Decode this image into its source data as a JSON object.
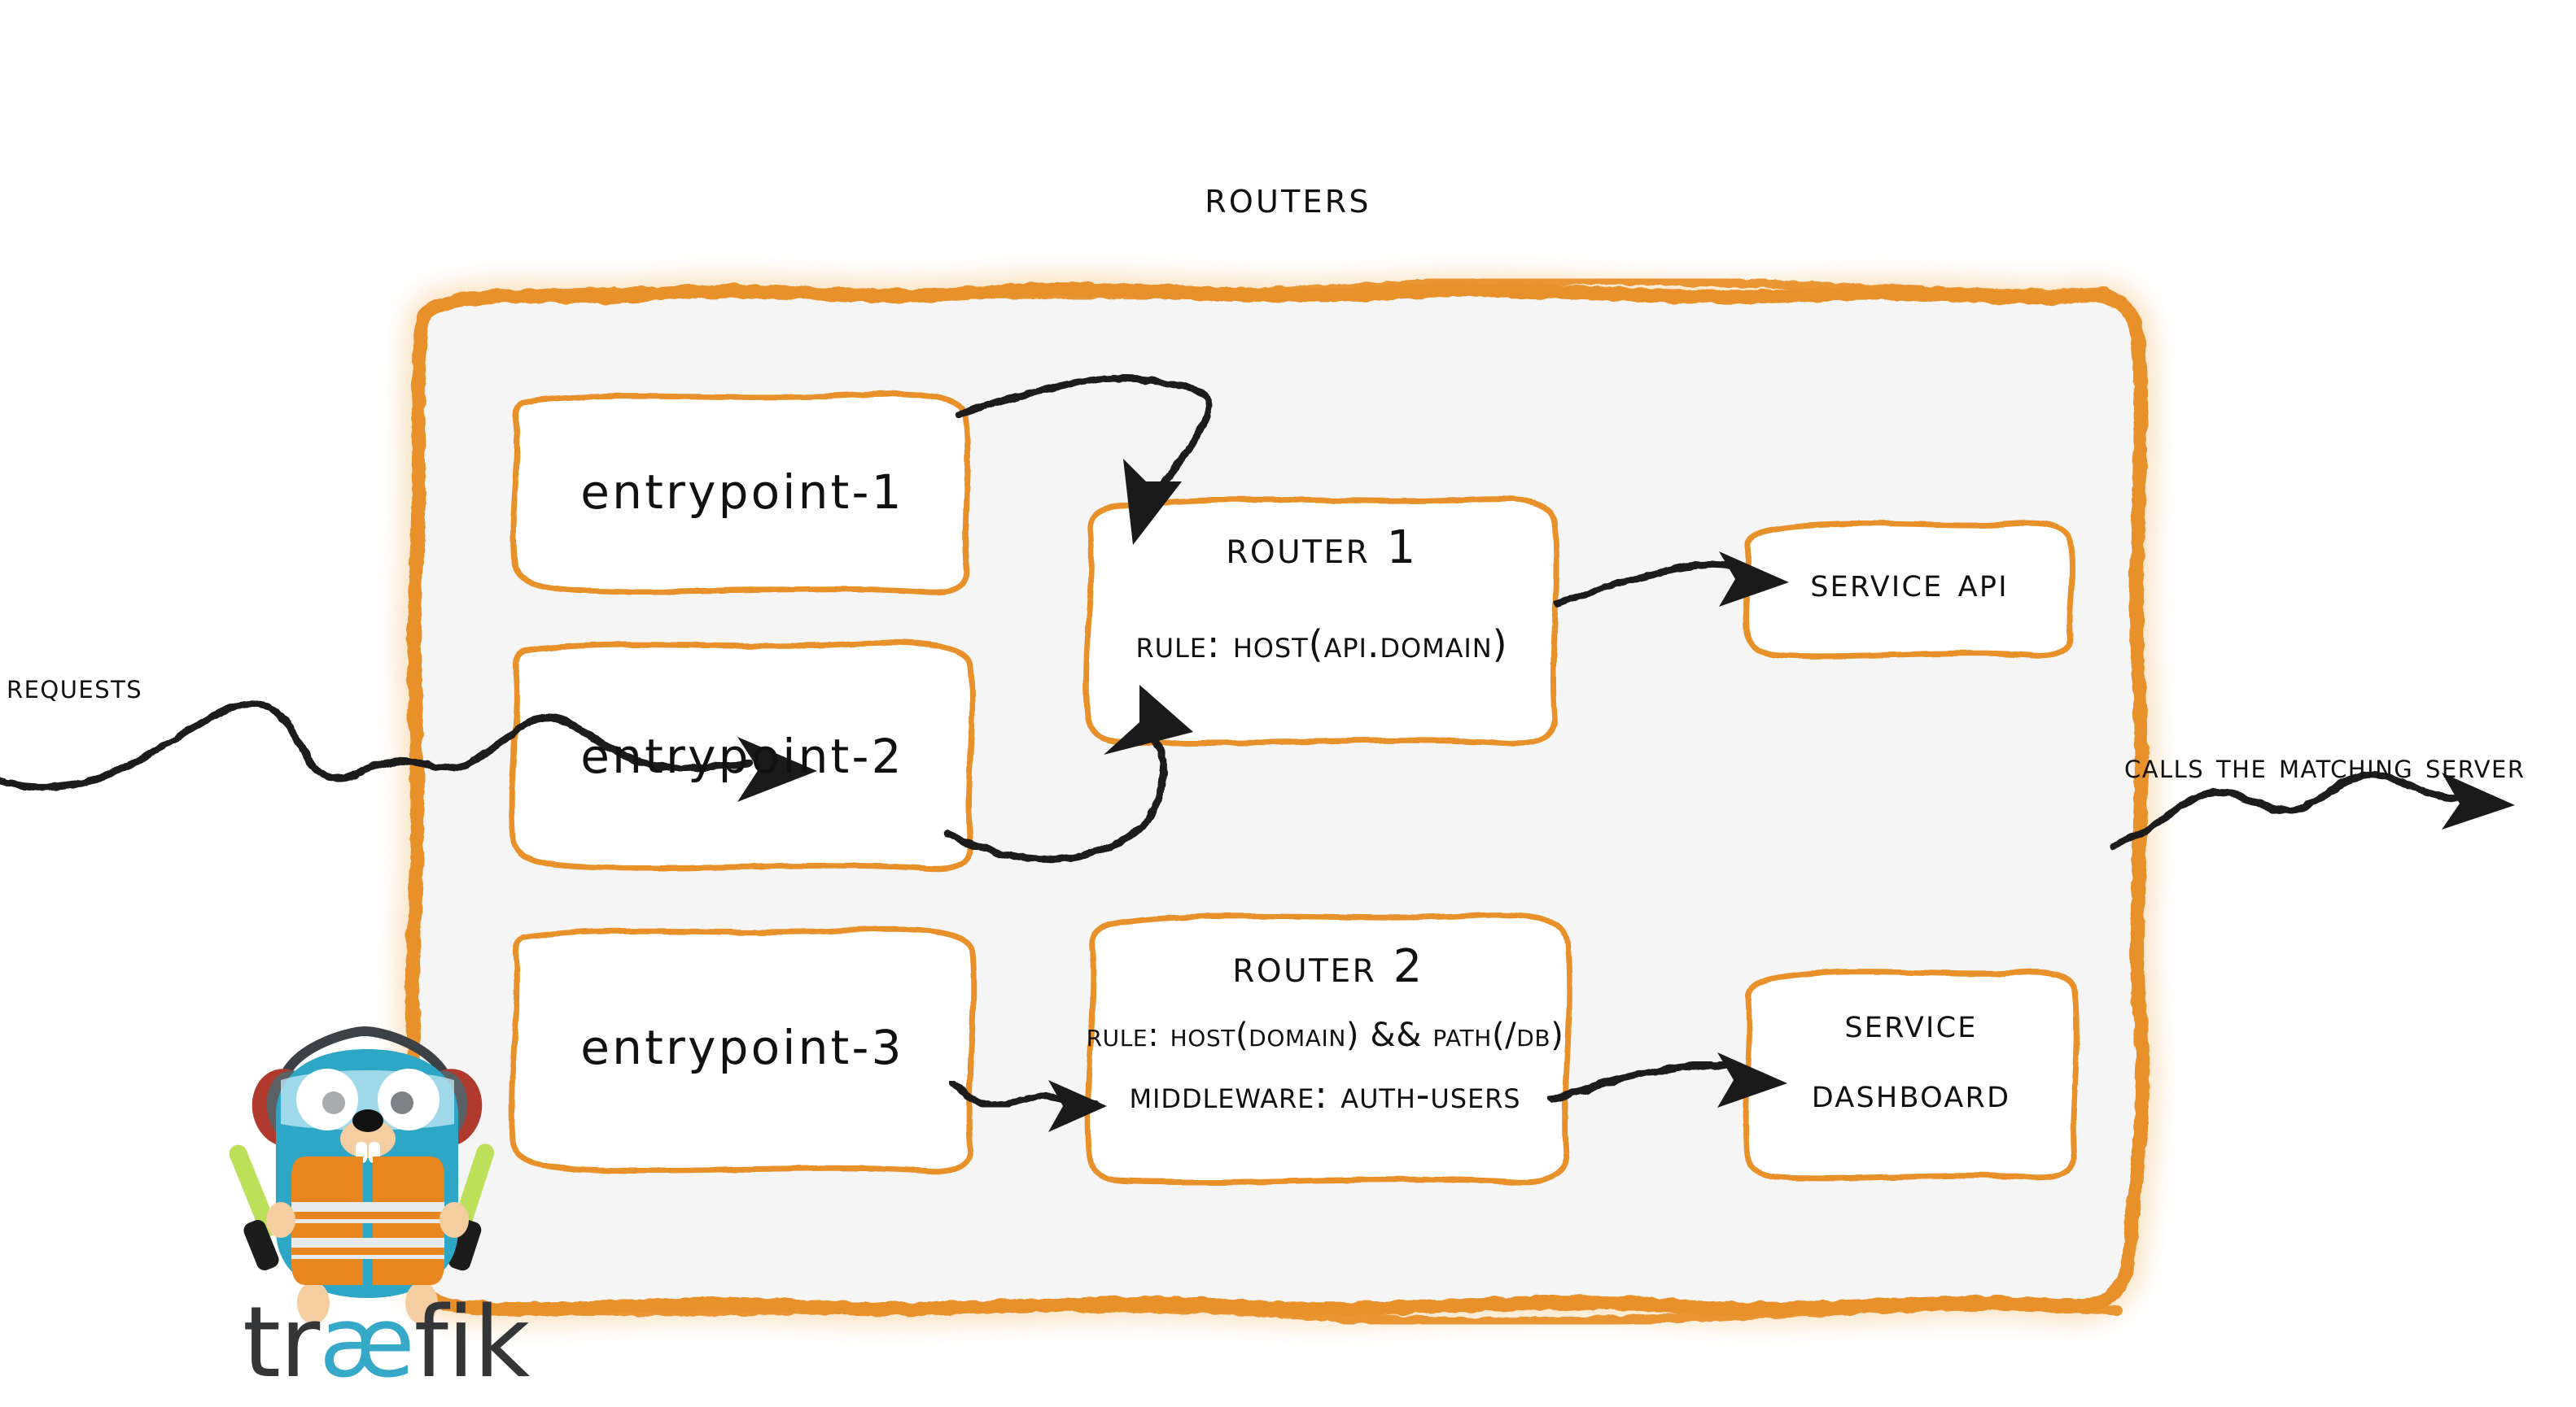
{
  "diagram": {
    "title": "Routers",
    "product": "træfik",
    "theme": {
      "accent_orange": "#E8912A",
      "panel_fill": "#F5F5F5",
      "ink": "#111111",
      "mascot_cyan": "#2EA7C7",
      "mascot_vest_orange": "#E8861F",
      "mascot_glow_green": "#BDE05A",
      "wordmark_dark": "#333537",
      "wordmark_ae": "#37A9C8"
    }
  },
  "flow": {
    "inbound_label": "Requests",
    "outbound_label": "Calls the matching server"
  },
  "entrypoints": [
    {
      "label": "entrypoint-1"
    },
    {
      "label": "entrypoint-2"
    },
    {
      "label": "entrypoint-3"
    }
  ],
  "routers": [
    {
      "name": "Router 1",
      "lines": [
        {
          "text": "rule: Host(api.domain)",
          "size": "large"
        }
      ]
    },
    {
      "name": "Router 2",
      "lines": [
        {
          "text": "rule: Host(domain) && Path(/db)",
          "size": "small"
        },
        {
          "text": "Middleware: auth-users",
          "size": "large"
        }
      ]
    }
  ],
  "services": [
    {
      "label": "Service API",
      "lines": [
        "Service API"
      ]
    },
    {
      "label": "Service Dashboard",
      "lines": [
        "Service",
        "Dashboard"
      ]
    }
  ],
  "mascot": {
    "name": "traefik-gopher-mascot",
    "wordmark_pre": "tr",
    "wordmark_ae": "æ",
    "wordmark_post": "fik"
  },
  "icons": {
    "arrow_head": "arrowhead-icon",
    "sketch_arrow": "sketch-arrow-icon"
  }
}
